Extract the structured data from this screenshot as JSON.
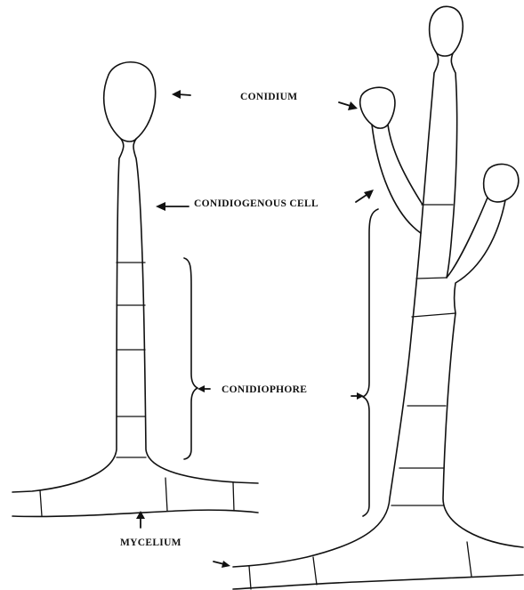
{
  "labels": {
    "conidium": "CONIDIUM",
    "conidiogenous_cell": "CONIDIOGENOUS CELL",
    "conidiophore": "CONIDIOPHORE",
    "mycelium": "MYCELIUM"
  },
  "colors": {
    "ink": "#111111",
    "background": "#ffffff"
  }
}
